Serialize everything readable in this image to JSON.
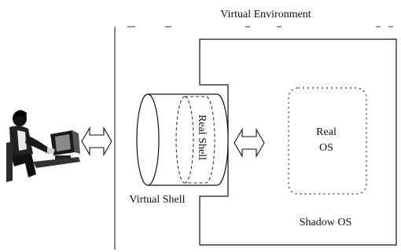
{
  "labels": {
    "virtual_environment": "Virtual Environment",
    "virtual_shell": "Virtual Shell",
    "real_shell": "Real Shell",
    "real_os_line1": "Real",
    "real_os_line2": "OS",
    "shadow_os": "Shadow OS"
  },
  "icons": {
    "user": "user-at-computer-icon",
    "arrow_left": "double-headed-arrow-icon",
    "arrow_right": "double-headed-arrow-icon"
  },
  "colors": {
    "stroke": "#111111",
    "background": "#ffffff"
  }
}
